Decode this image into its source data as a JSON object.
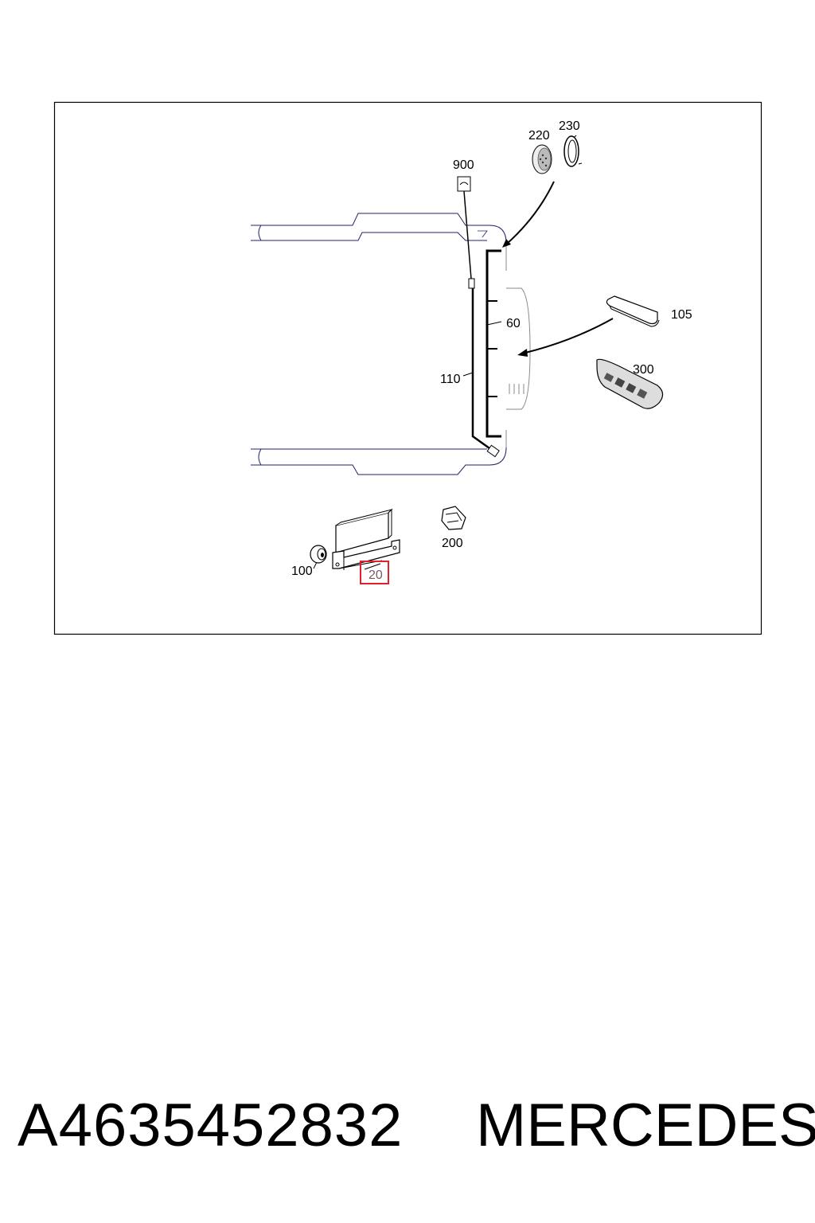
{
  "diagram": {
    "callouts": {
      "c900": "900",
      "c220": "220",
      "c230": "230",
      "c60": "60",
      "c105": "105",
      "c110": "110",
      "c300": "300",
      "c200": "200",
      "c100": "100",
      "c20": "20"
    },
    "highlighted_callout": "20",
    "highlight_color": "#e0202a"
  },
  "footer": {
    "part_number": "A4635452832",
    "brand": "MERCEDES"
  }
}
